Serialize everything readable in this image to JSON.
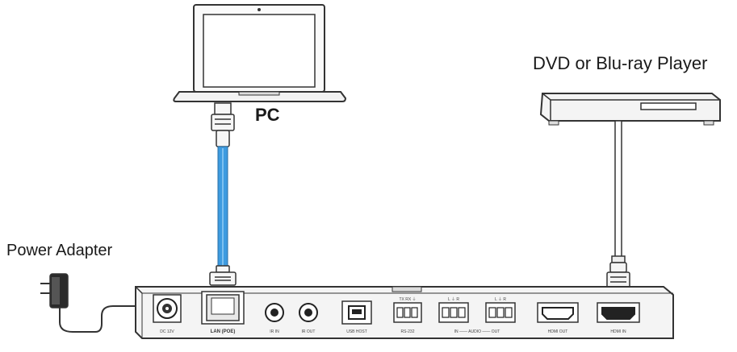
{
  "labels": {
    "pc": "PC",
    "dvd_player": "DVD or Blu-ray Player",
    "power_adapter": "Power Adapter"
  },
  "ports": [
    {
      "id": "dc",
      "label": "DC 12V"
    },
    {
      "id": "lan",
      "label": "LAN (POE)"
    },
    {
      "id": "irin",
      "label": "IR IN"
    },
    {
      "id": "irout",
      "label": "IR OUT"
    },
    {
      "id": "usb",
      "label": "USB HOST"
    },
    {
      "id": "rs232",
      "label": "RS-232",
      "pins": "TX  RX  ⏚"
    },
    {
      "id": "audio",
      "label": "IN —— AUDIO —— OUT",
      "pins_in": "L  ⏚  R",
      "pins_out": "L  ⏚  R"
    },
    {
      "id": "hdmiout",
      "label": "HDMI OUT"
    },
    {
      "id": "hdmiin",
      "label": "HDMI IN"
    }
  ],
  "colors": {
    "cable_blue": "#3d9be0",
    "outline": "#333333",
    "device_fill": "#f4f4f4"
  }
}
